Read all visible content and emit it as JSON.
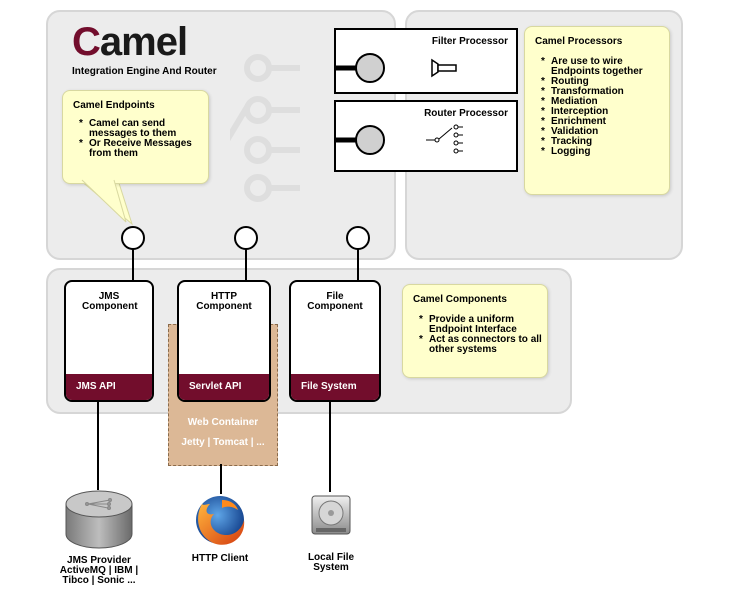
{
  "logo": {
    "text": "Camel",
    "subtitle": "Integration Engine And Router"
  },
  "endpoints_note": {
    "title": "Camel Endpoints",
    "items": [
      "Camel can send messages to them",
      "Or Receive Messages from them"
    ]
  },
  "processors": {
    "filter": {
      "title": "Filter Processor",
      "icon": "funnel-icon"
    },
    "router": {
      "title": "Router Processor",
      "icon": "switch-icon"
    }
  },
  "processors_note": {
    "title": "Camel Processors",
    "items": [
      "Are use to wire Endpoints together",
      "Routing",
      "Transformation",
      "Mediation",
      "Interception",
      "Enrichment",
      "Validation",
      "Tracking",
      "Logging"
    ]
  },
  "components": [
    {
      "name": "JMS Component",
      "api": "JMS API"
    },
    {
      "name": "HTTP Component",
      "api": "Servlet API"
    },
    {
      "name": "File Component",
      "api": "File System"
    }
  ],
  "components_note": {
    "title": "Camel Components",
    "items": [
      "Provide a uniform Endpoint Interface",
      "Act as connectors to all other systems"
    ]
  },
  "web_container": {
    "title": "Web Container",
    "servers": "Jetty | Tomcat | ..."
  },
  "external": {
    "jms": {
      "line1": "JMS Provider",
      "line2": "ActiveMQ | IBM |",
      "line3": "Tibco | Sonic ...",
      "icon": "database-icon"
    },
    "http": {
      "line1": "HTTP Client",
      "icon": "firefox-icon"
    },
    "file": {
      "line1": "Local File",
      "line2": "System",
      "icon": "hard-drive-icon"
    }
  },
  "colors": {
    "panel": "#ececec",
    "note": "#ffffcc",
    "api_bar": "#720d2c",
    "web_container": "#dcb896",
    "camel_red": "#720d2c"
  }
}
